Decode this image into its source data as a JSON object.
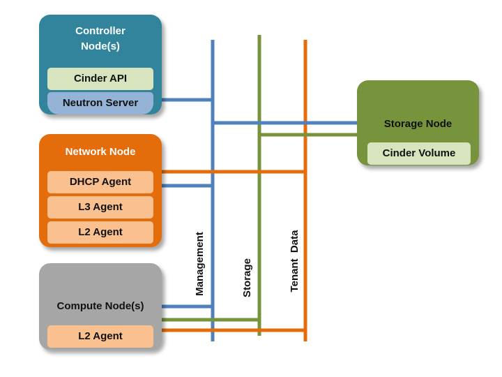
{
  "nodes": {
    "controller": {
      "title": "Controller Node(s)",
      "title_line1": "Controller",
      "title_line2": "Node(s)",
      "services": [
        "Cinder API",
        "Neutron Server"
      ]
    },
    "network": {
      "title": "Network Node",
      "services": [
        "DHCP Agent",
        "L3 Agent",
        "L2 Agent"
      ]
    },
    "compute": {
      "title": "Compute Node(s)",
      "services": [
        "L2 Agent"
      ]
    },
    "storage": {
      "title": "Storage Node",
      "services": [
        "Cinder Volume"
      ]
    }
  },
  "networks": {
    "management": "Management",
    "storage": "Storage",
    "tenant_data": "Tenant  Data"
  },
  "colors": {
    "management": "#4f81bd",
    "storage": "#77933c",
    "tenant_data": "#e46c0a",
    "controller_fill": "#31849b",
    "network_fill": "#e46c0a",
    "compute_fill": "#a6a6a6",
    "storage_fill": "#77933c"
  }
}
